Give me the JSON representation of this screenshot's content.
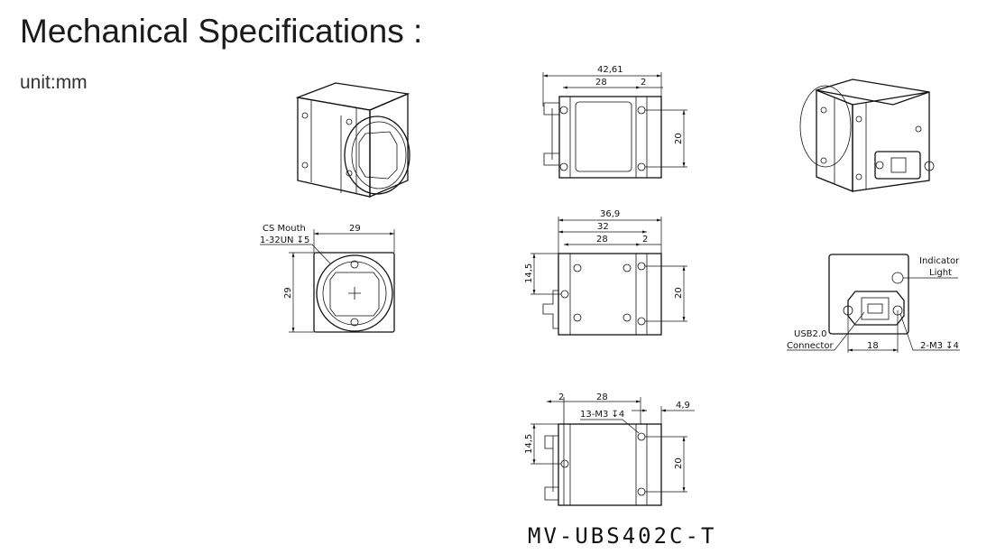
{
  "header": {
    "title": "Mechanical Specifications :",
    "unit": "unit:mm"
  },
  "top_view": {
    "overall": "42,61",
    "body": "28",
    "band": "2",
    "hole_spacing": "20"
  },
  "front_view": {
    "mount_label": "CS Mouth",
    "thread": "1-32UN ↧5",
    "width": "29",
    "height": "29"
  },
  "side_view": {
    "overall": "36,9",
    "mid": "32",
    "body": "28",
    "band": "2",
    "offset": "14,5",
    "hole_spacing": "20"
  },
  "bottom_view": {
    "band": "2",
    "body": "28",
    "rear": "4,9",
    "holes": "13-M3 ↧4",
    "offset": "14,5",
    "hole_spacing": "20"
  },
  "back_view": {
    "indicator_line1": "Indicator",
    "indicator_line2": "Light",
    "usb_line1": "USB2.0",
    "usb_line2": "Connector",
    "spacing": "18",
    "holes": "2-M3 ↧4"
  },
  "model": "MV-UBS402C-T"
}
